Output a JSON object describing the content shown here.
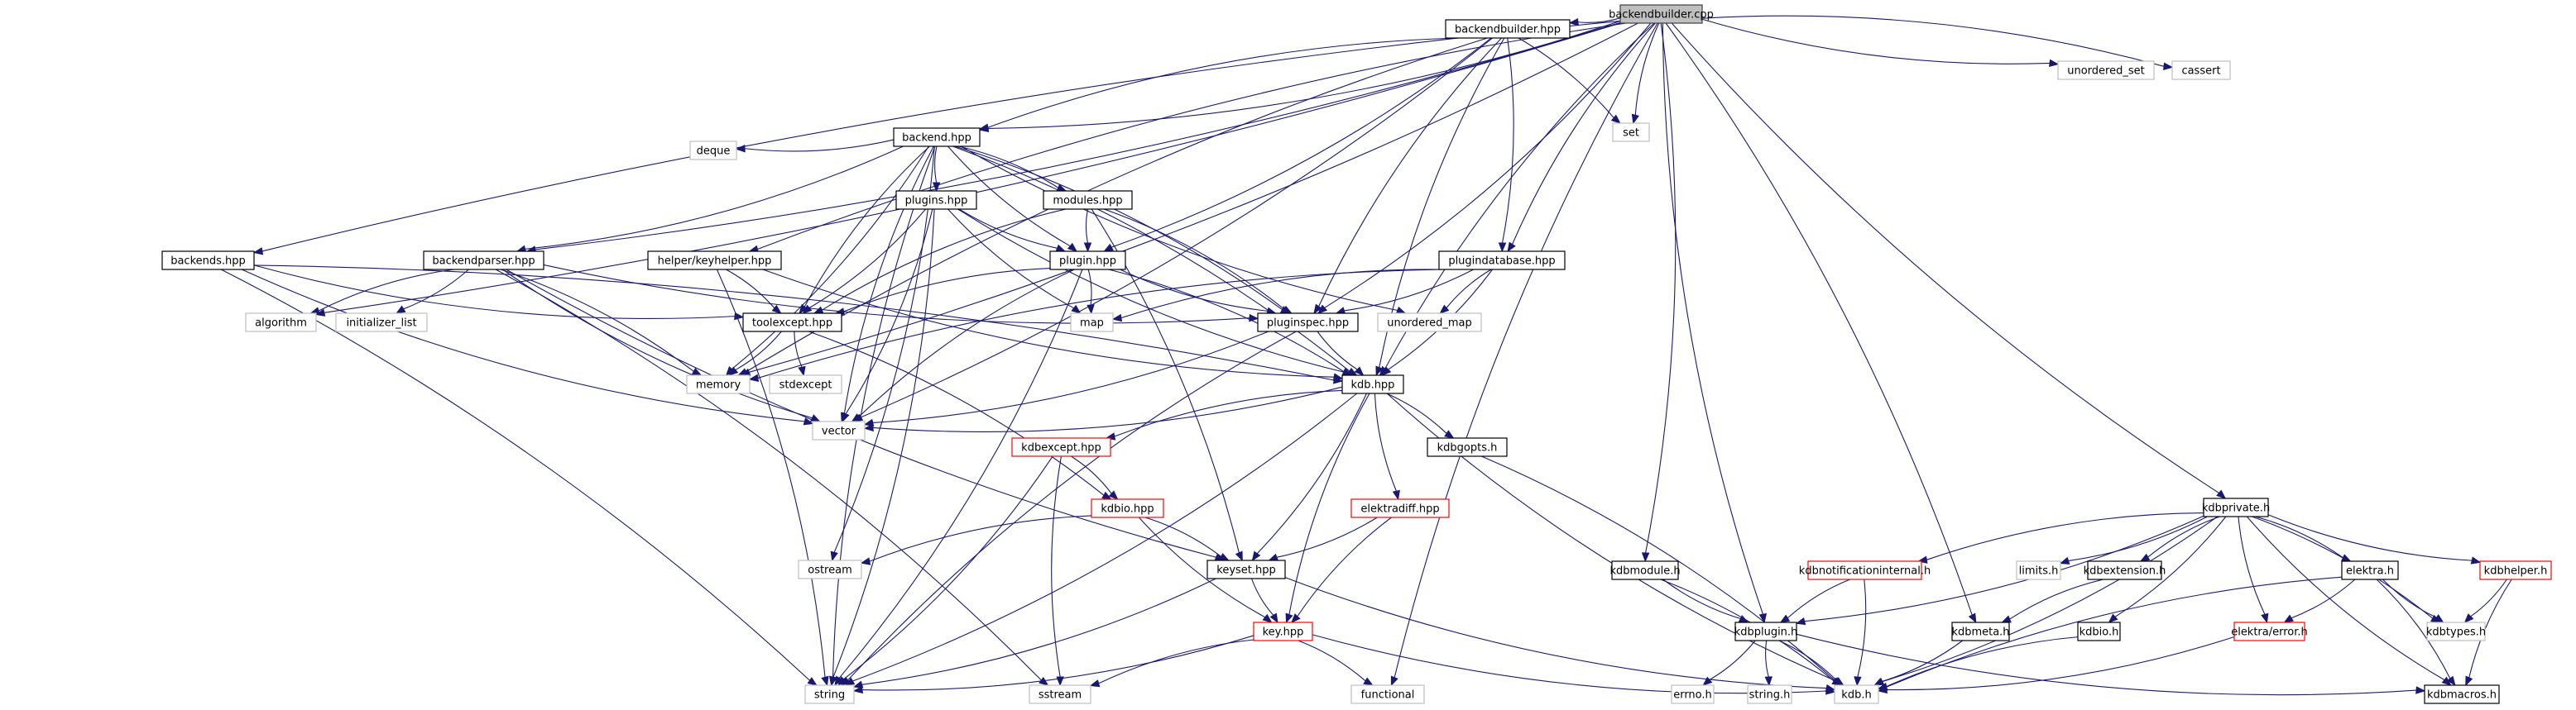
{
  "title": "backendbuilder.cpp include dependency graph",
  "colors": {
    "edge": "#191970",
    "root_fill": "#bfbfbf",
    "documented_border": "#000000",
    "external_border": "#bfbfbf",
    "undocumented_border": "#ff0000"
  },
  "nodes": [
    {
      "id": "backendbuilder_cpp",
      "label": "backendbuilder.cpp",
      "kind": "root"
    },
    {
      "id": "backendbuilder_hpp",
      "label": "backendbuilder.hpp",
      "kind": "doc"
    },
    {
      "id": "unordered_set",
      "label": "unordered_set",
      "kind": "ext"
    },
    {
      "id": "cassert",
      "label": "cassert",
      "kind": "ext"
    },
    {
      "id": "set",
      "label": "set",
      "kind": "ext"
    },
    {
      "id": "backend_hpp",
      "label": "backend.hpp",
      "kind": "doc"
    },
    {
      "id": "deque",
      "label": "deque",
      "kind": "ext"
    },
    {
      "id": "plugins_hpp",
      "label": "plugins.hpp",
      "kind": "doc"
    },
    {
      "id": "modules_hpp",
      "label": "modules.hpp",
      "kind": "doc"
    },
    {
      "id": "backends_hpp",
      "label": "backends.hpp",
      "kind": "doc"
    },
    {
      "id": "backendparser_hpp",
      "label": "backendparser.hpp",
      "kind": "doc"
    },
    {
      "id": "keyhelper_hpp",
      "label": "helper/keyhelper.hpp",
      "kind": "doc"
    },
    {
      "id": "plugin_hpp",
      "label": "plugin.hpp",
      "kind": "doc"
    },
    {
      "id": "plugindatabase_hpp",
      "label": "plugindatabase.hpp",
      "kind": "doc"
    },
    {
      "id": "algorithm",
      "label": "algorithm",
      "kind": "ext"
    },
    {
      "id": "initializer_list",
      "label": "initializer_list",
      "kind": "ext"
    },
    {
      "id": "toolexcept_hpp",
      "label": "toolexcept.hpp",
      "kind": "doc"
    },
    {
      "id": "map",
      "label": "map",
      "kind": "ext"
    },
    {
      "id": "pluginspec_hpp",
      "label": "pluginspec.hpp",
      "kind": "doc"
    },
    {
      "id": "unordered_map",
      "label": "unordered_map",
      "kind": "ext"
    },
    {
      "id": "memory",
      "label": "memory",
      "kind": "ext"
    },
    {
      "id": "stdexcept",
      "label": "stdexcept",
      "kind": "ext"
    },
    {
      "id": "kdb_hpp",
      "label": "kdb.hpp",
      "kind": "doc"
    },
    {
      "id": "vector",
      "label": "vector",
      "kind": "ext"
    },
    {
      "id": "kdbexcept_hpp",
      "label": "kdbexcept.hpp",
      "kind": "red"
    },
    {
      "id": "kdbgopts_h",
      "label": "kdbgopts.h",
      "kind": "doc"
    },
    {
      "id": "kdbio_hpp",
      "label": "kdbio.hpp",
      "kind": "red"
    },
    {
      "id": "elektradiff_hpp",
      "label": "elektradiff.hpp",
      "kind": "red"
    },
    {
      "id": "ostream",
      "label": "ostream",
      "kind": "ext"
    },
    {
      "id": "keyset_hpp",
      "label": "keyset.hpp",
      "kind": "doc"
    },
    {
      "id": "key_hpp",
      "label": "key.hpp",
      "kind": "red"
    },
    {
      "id": "string",
      "label": "string",
      "kind": "ext"
    },
    {
      "id": "sstream",
      "label": "sstream",
      "kind": "ext"
    },
    {
      "id": "functional",
      "label": "functional",
      "kind": "ext"
    },
    {
      "id": "kdbprivate_h",
      "label": "kdbprivate.h",
      "kind": "doc"
    },
    {
      "id": "kdbmodule_h",
      "label": "kdbmodule.h",
      "kind": "doc"
    },
    {
      "id": "kdbnotificationinternal_h",
      "label": "kdbnotificationinternal.h",
      "kind": "red"
    },
    {
      "id": "limits_h",
      "label": "limits.h",
      "kind": "ext"
    },
    {
      "id": "kdbextension_h",
      "label": "kdbextension.h",
      "kind": "doc"
    },
    {
      "id": "elektra_h",
      "label": "elektra.h",
      "kind": "doc"
    },
    {
      "id": "kdbhelper_h",
      "label": "kdbhelper.h",
      "kind": "red"
    },
    {
      "id": "kdbplugin_h",
      "label": "kdbplugin.h",
      "kind": "doc"
    },
    {
      "id": "kdbmeta_h",
      "label": "kdbmeta.h",
      "kind": "doc"
    },
    {
      "id": "kdbio_h",
      "label": "kdbio.h",
      "kind": "doc"
    },
    {
      "id": "elektra_error_h",
      "label": "elektra/error.h",
      "kind": "red"
    },
    {
      "id": "kdbtypes_h",
      "label": "kdbtypes.h",
      "kind": "ext"
    },
    {
      "id": "errno_h",
      "label": "errno.h",
      "kind": "ext"
    },
    {
      "id": "string_h",
      "label": "string.h",
      "kind": "ext"
    },
    {
      "id": "kdb_h",
      "label": "kdb.h",
      "kind": "ext"
    },
    {
      "id": "kdbmacros_h",
      "label": "kdbmacros.h",
      "kind": "doc"
    }
  ],
  "edges": [
    [
      "backendbuilder_cpp",
      "backendbuilder_hpp"
    ],
    [
      "backendbuilder_cpp",
      "unordered_set"
    ],
    [
      "backendbuilder_cpp",
      "cassert"
    ],
    [
      "backendbuilder_cpp",
      "set"
    ],
    [
      "backendbuilder_cpp",
      "backend_hpp"
    ],
    [
      "backendbuilder_cpp",
      "backends_hpp"
    ],
    [
      "backendbuilder_cpp",
      "backendparser_hpp"
    ],
    [
      "backendbuilder_cpp",
      "keyhelper_hpp"
    ],
    [
      "backendbuilder_cpp",
      "algorithm"
    ],
    [
      "backendbuilder_cpp",
      "plugindatabase_hpp"
    ],
    [
      "backendbuilder_cpp",
      "pluginspec_hpp"
    ],
    [
      "backendbuilder_cpp",
      "kdb_hpp"
    ],
    [
      "backendbuilder_cpp",
      "memory"
    ],
    [
      "backendbuilder_cpp",
      "functional"
    ],
    [
      "backendbuilder_cpp",
      "kdbmodule_h"
    ],
    [
      "backendbuilder_cpp",
      "kdbplugin_h"
    ],
    [
      "backendbuilder_cpp",
      "kdbmeta_h"
    ],
    [
      "backendbuilder_cpp",
      "kdbprivate_h"
    ],
    [
      "backendbuilder_hpp",
      "set"
    ],
    [
      "backendbuilder_hpp",
      "backend_hpp"
    ],
    [
      "backendbuilder_hpp",
      "plugin_hpp"
    ],
    [
      "backendbuilder_hpp",
      "pluginspec_hpp"
    ],
    [
      "backendbuilder_hpp",
      "plugindatabase_hpp"
    ],
    [
      "backendbuilder_hpp",
      "kdb_hpp"
    ],
    [
      "backendbuilder_hpp",
      "vector"
    ],
    [
      "backendbuilder_hpp",
      "memory"
    ],
    [
      "backend_hpp",
      "deque"
    ],
    [
      "backend_hpp",
      "plugins_hpp"
    ],
    [
      "backend_hpp",
      "modules_hpp"
    ],
    [
      "backend_hpp",
      "plugin_hpp"
    ],
    [
      "backend_hpp",
      "pluginspec_hpp"
    ],
    [
      "backend_hpp",
      "toolexcept_hpp"
    ],
    [
      "backend_hpp",
      "backendparser_hpp"
    ],
    [
      "backend_hpp",
      "unordered_map"
    ],
    [
      "backend_hpp",
      "kdb_hpp"
    ],
    [
      "backend_hpp",
      "vector"
    ],
    [
      "backend_hpp",
      "memory"
    ],
    [
      "backend_hpp",
      "string"
    ],
    [
      "backend_hpp",
      "ostream"
    ],
    [
      "plugins_hpp",
      "plugin_hpp"
    ],
    [
      "plugins_hpp",
      "toolexcept_hpp"
    ],
    [
      "plugins_hpp",
      "map"
    ],
    [
      "plugins_hpp",
      "vector"
    ],
    [
      "plugins_hpp",
      "kdb_hpp"
    ],
    [
      "plugins_hpp",
      "string"
    ],
    [
      "modules_hpp",
      "plugin_hpp"
    ],
    [
      "modules_hpp",
      "pluginspec_hpp"
    ],
    [
      "modules_hpp",
      "toolexcept_hpp"
    ],
    [
      "modules_hpp",
      "keyset_hpp"
    ],
    [
      "backends_hpp",
      "toolexcept_hpp"
    ],
    [
      "backends_hpp",
      "kdb_hpp"
    ],
    [
      "backends_hpp",
      "vector"
    ],
    [
      "backends_hpp",
      "string"
    ],
    [
      "backendparser_hpp",
      "algorithm"
    ],
    [
      "backendparser_hpp",
      "initializer_list"
    ],
    [
      "backendparser_hpp",
      "pluginspec_hpp"
    ],
    [
      "backendparser_hpp",
      "memory"
    ],
    [
      "backendparser_hpp",
      "vector"
    ],
    [
      "backendparser_hpp",
      "sstream"
    ],
    [
      "backendparser_hpp",
      "keyset_hpp"
    ],
    [
      "keyhelper_hpp",
      "toolexcept_hpp"
    ],
    [
      "keyhelper_hpp",
      "kdb_hpp"
    ],
    [
      "keyhelper_hpp",
      "string"
    ],
    [
      "plugin_hpp",
      "toolexcept_hpp"
    ],
    [
      "plugin_hpp",
      "map"
    ],
    [
      "plugin_hpp",
      "pluginspec_hpp"
    ],
    [
      "plugin_hpp",
      "kdb_hpp"
    ],
    [
      "plugin_hpp",
      "vector"
    ],
    [
      "plugin_hpp",
      "string"
    ],
    [
      "plugindatabase_hpp",
      "map"
    ],
    [
      "plugindatabase_hpp",
      "pluginspec_hpp"
    ],
    [
      "plugindatabase_hpp",
      "unordered_map"
    ],
    [
      "plugindatabase_hpp",
      "kdb_hpp"
    ],
    [
      "plugindatabase_hpp",
      "memory"
    ],
    [
      "toolexcept_hpp",
      "memory"
    ],
    [
      "toolexcept_hpp",
      "stdexcept"
    ],
    [
      "toolexcept_hpp",
      "kdbio_hpp"
    ],
    [
      "pluginspec_hpp",
      "kdb_hpp"
    ],
    [
      "pluginspec_hpp",
      "vector"
    ],
    [
      "pluginspec_hpp",
      "string"
    ],
    [
      "kdb_hpp",
      "vector"
    ],
    [
      "kdb_hpp",
      "kdbexcept_hpp"
    ],
    [
      "kdb_hpp",
      "kdbgopts_h"
    ],
    [
      "kdb_hpp",
      "elektradiff_hpp"
    ],
    [
      "kdb_hpp",
      "keyset_hpp"
    ],
    [
      "kdb_hpp",
      "key_hpp"
    ],
    [
      "kdb_hpp",
      "string"
    ],
    [
      "kdb_hpp",
      "kdb_h"
    ],
    [
      "kdbexcept_hpp",
      "kdbio_hpp"
    ],
    [
      "kdbexcept_hpp",
      "sstream"
    ],
    [
      "kdbexcept_hpp",
      "string"
    ],
    [
      "kdbio_hpp",
      "ostream"
    ],
    [
      "kdbio_hpp",
      "keyset_hpp"
    ],
    [
      "kdbio_hpp",
      "key_hpp"
    ],
    [
      "elektradiff_hpp",
      "keyset_hpp"
    ],
    [
      "elektradiff_hpp",
      "key_hpp"
    ],
    [
      "kdbgopts_h",
      "kdb_h"
    ],
    [
      "keyset_hpp",
      "key_hpp"
    ],
    [
      "keyset_hpp",
      "string"
    ],
    [
      "keyset_hpp",
      "kdb_h"
    ],
    [
      "key_hpp",
      "string"
    ],
    [
      "key_hpp",
      "sstream"
    ],
    [
      "key_hpp",
      "functional"
    ],
    [
      "key_hpp",
      "kdb_h"
    ],
    [
      "kdbprivate_h",
      "kdbplugin_h"
    ],
    [
      "kdbprivate_h",
      "kdbnotificationinternal_h"
    ],
    [
      "kdbprivate_h",
      "limits_h"
    ],
    [
      "kdbprivate_h",
      "kdbextension_h"
    ],
    [
      "kdbprivate_h",
      "kdbio_h"
    ],
    [
      "kdbprivate_h",
      "elektra_error_h"
    ],
    [
      "kdbprivate_h",
      "elektra_h"
    ],
    [
      "kdbprivate_h",
      "kdbhelper_h"
    ],
    [
      "kdbprivate_h",
      "kdbtypes_h"
    ],
    [
      "kdbprivate_h",
      "kdbmacros_h"
    ],
    [
      "kdbprivate_h",
      "kdb_h"
    ],
    [
      "kdbmodule_h",
      "kdbplugin_h"
    ],
    [
      "kdbmodule_h",
      "kdb_h"
    ],
    [
      "kdbnotificationinternal_h",
      "kdbplugin_h"
    ],
    [
      "kdbnotificationinternal_h",
      "kdb_h"
    ],
    [
      "kdbextension_h",
      "kdbmeta_h"
    ],
    [
      "elektra_h",
      "elektra_error_h"
    ],
    [
      "elektra_h",
      "kdbtypes_h"
    ],
    [
      "elektra_h",
      "kdbmacros_h"
    ],
    [
      "elektra_h",
      "kdb_h"
    ],
    [
      "kdbhelper_h",
      "kdbtypes_h"
    ],
    [
      "kdbhelper_h",
      "kdbmacros_h"
    ],
    [
      "kdbplugin_h",
      "errno_h"
    ],
    [
      "kdbplugin_h",
      "string_h"
    ],
    [
      "kdbplugin_h",
      "kdb_h"
    ],
    [
      "kdbplugin_h",
      "kdbmacros_h"
    ],
    [
      "kdbmeta_h",
      "kdb_h"
    ],
    [
      "kdbio_h",
      "kdb_h"
    ],
    [
      "elektra_error_h",
      "kdb_h"
    ]
  ]
}
